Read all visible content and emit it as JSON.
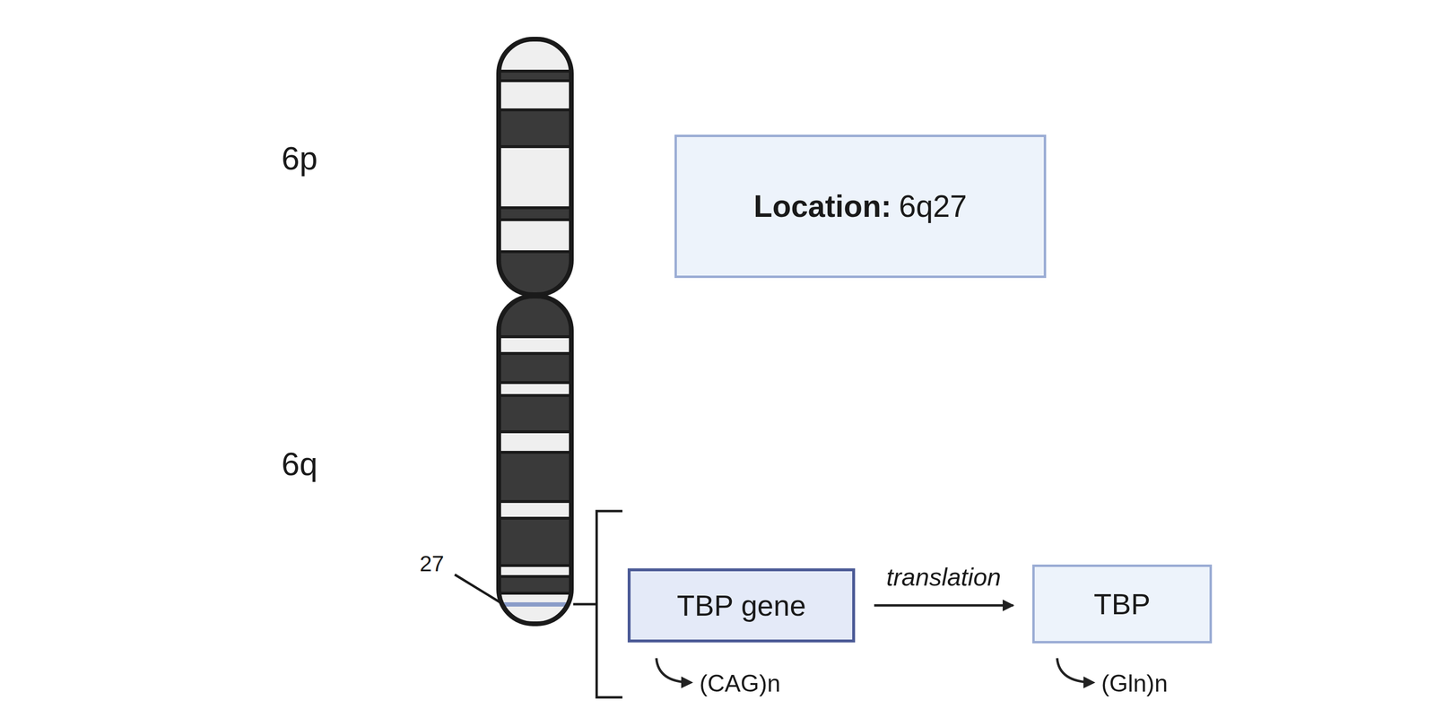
{
  "diagram": {
    "nodes": [
      {
        "text": [
          "Location:",
          "6q27"
        ]
      },
      {
        "text": [
          "TBP gene"
        ]
      },
      {
        "text": [
          "TBP"
        ]
      }
    ],
    "edges": [
      {
        "from": 1,
        "to": 2,
        "arrow": "to",
        "label": "translation"
      }
    ],
    "labels": [
      "6p",
      "6q",
      "27",
      "(CAG)n",
      "(Gln)n"
    ]
  }
}
